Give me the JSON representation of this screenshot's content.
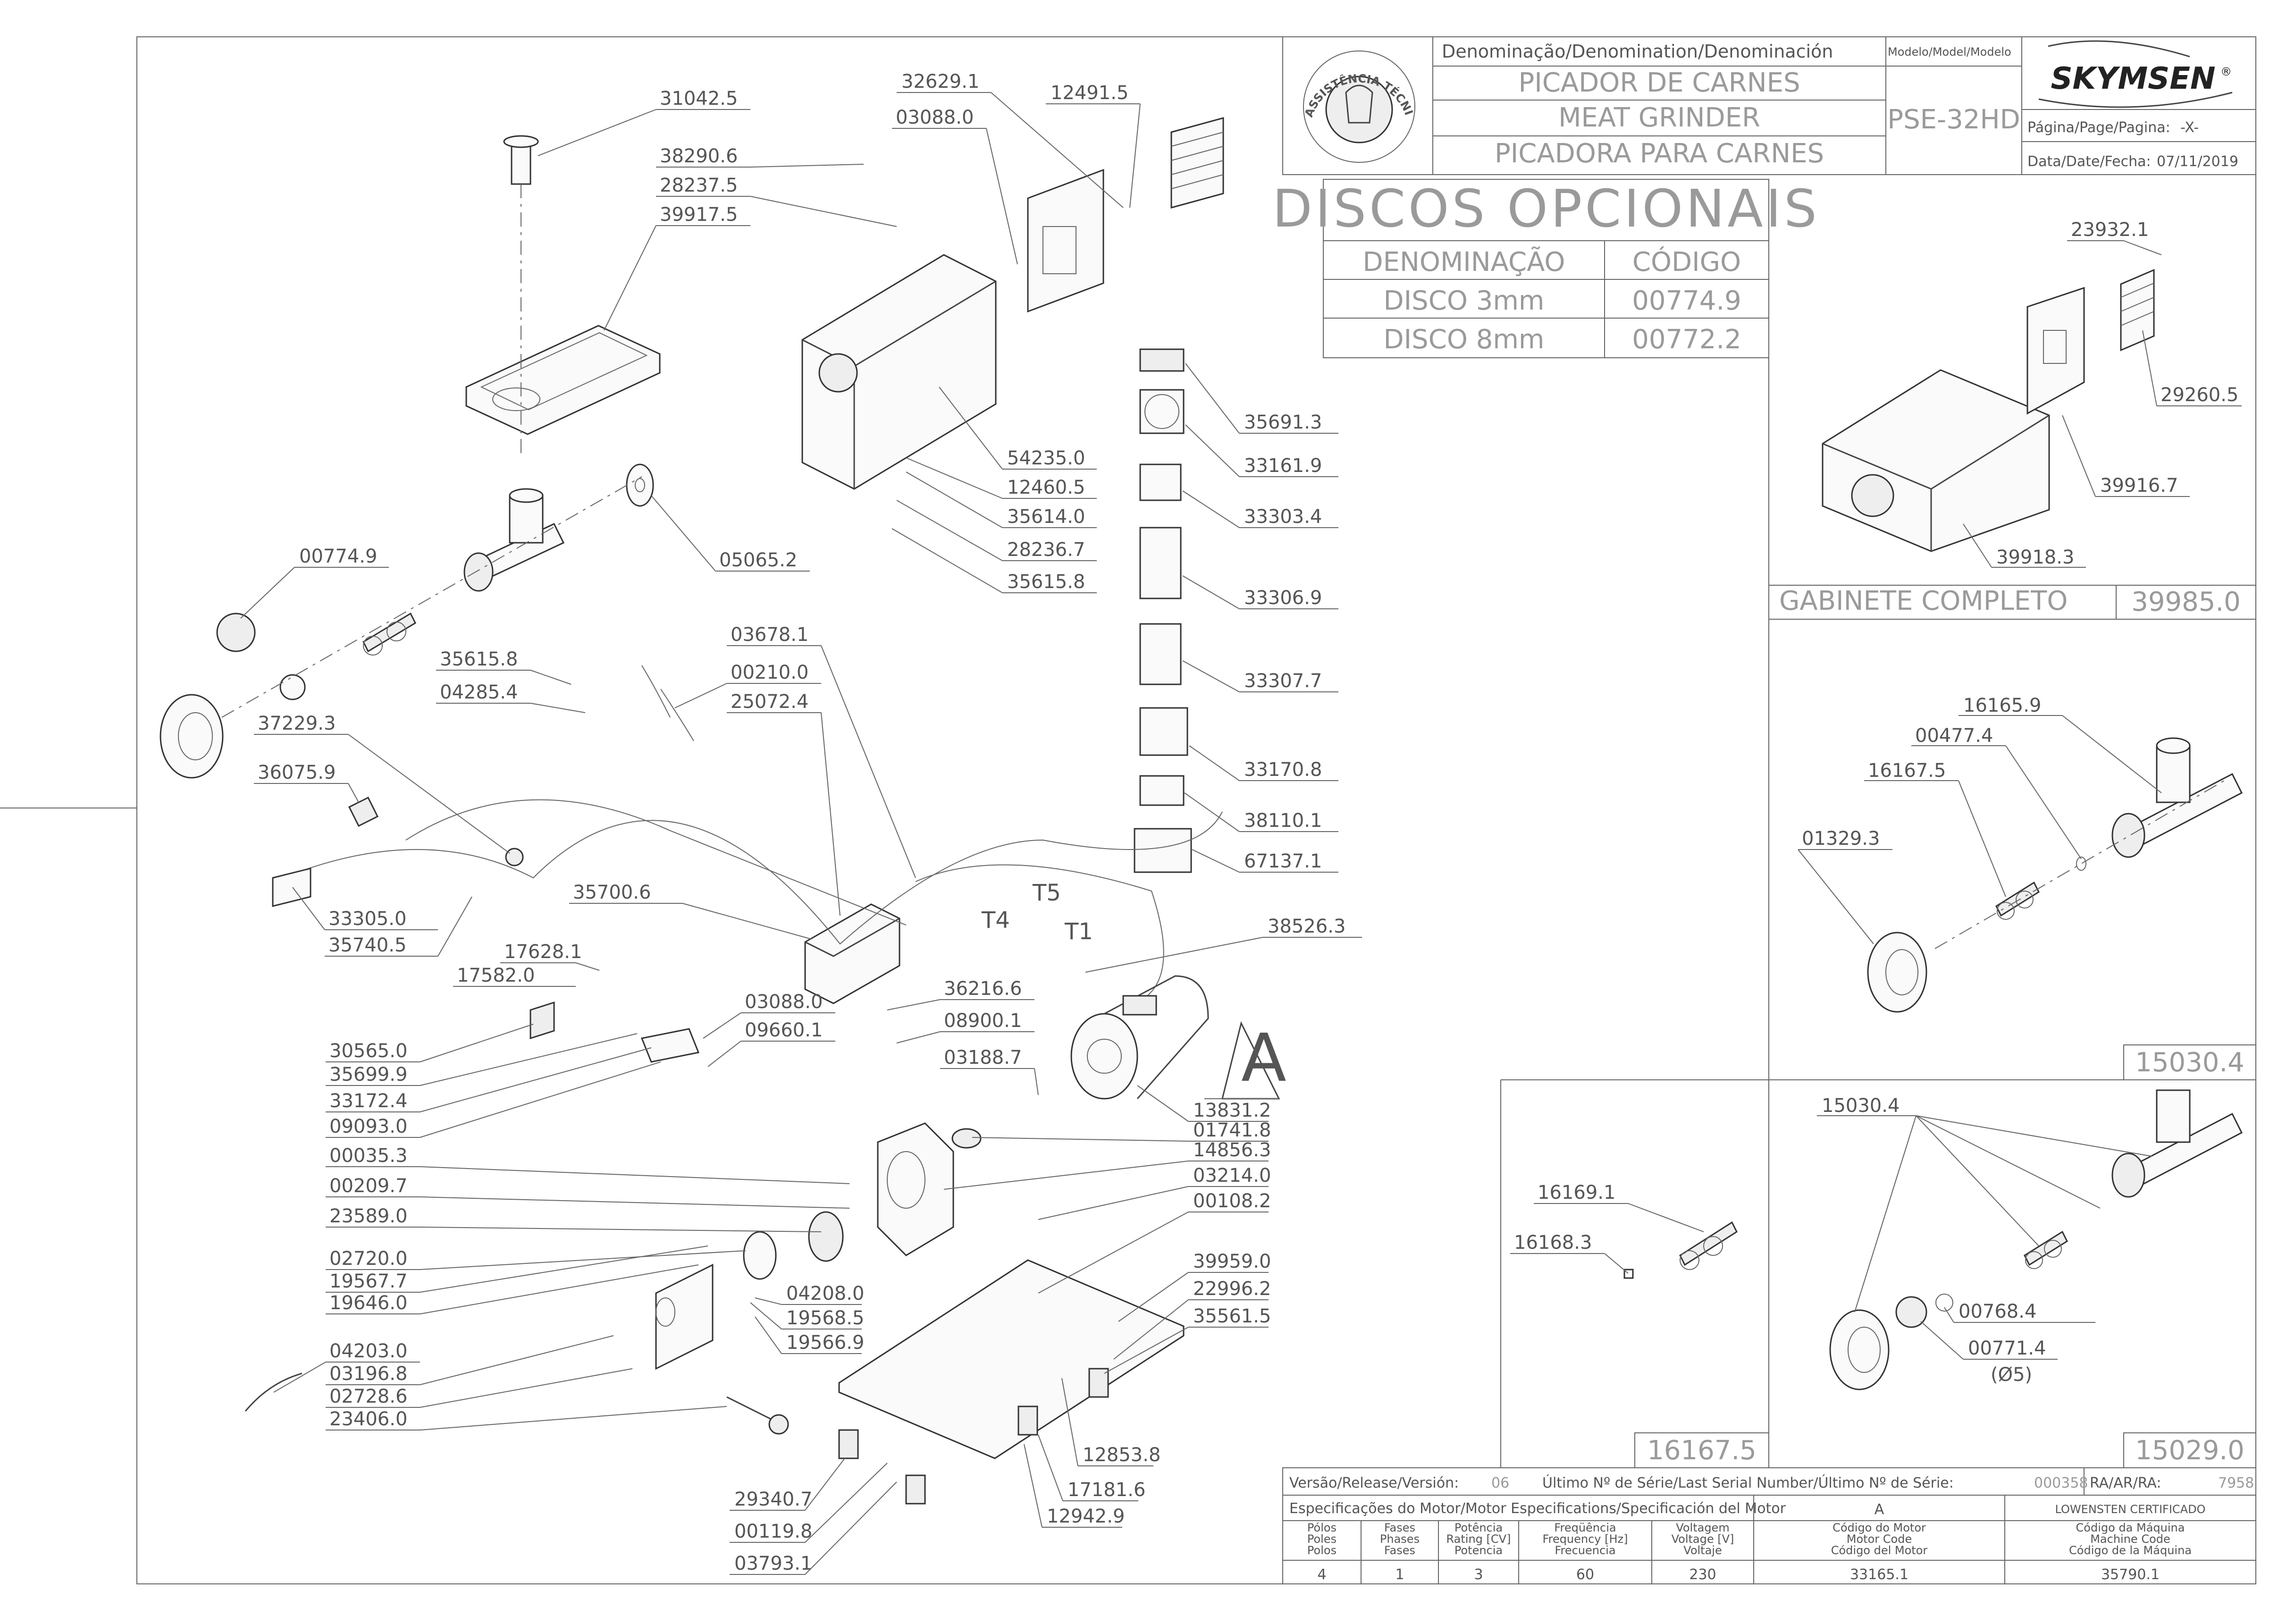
{
  "title_block": {
    "denomination_header": "Denominação/Denomination/Denominación",
    "model_header": "Modelo/Model/Modelo",
    "name_pt": "PICADOR DE CARNES",
    "name_en": "MEAT GRINDER",
    "name_es": "PICADORA PARA CARNES",
    "model": "PSE-32HD",
    "brand": "SKYMSEN",
    "brand_mark": "®",
    "seal_text": "ASSISTÊNCIA TÉCNICA AUTORIZADA",
    "page_label": "Página/Page/Pagina:",
    "page_value": "-X-",
    "date_label": "Data/Date/Fecha:",
    "date_value": "07/11/2019"
  },
  "optional_discs": {
    "title": "DISCOS OPCIONAIS",
    "col_name": "DENOMINAÇÃO",
    "col_code": "CÓDIGO",
    "rows": [
      {
        "name": "DISCO 3mm",
        "code": "00774.9"
      },
      {
        "name": "DISCO 8mm",
        "code": "00772.2"
      }
    ]
  },
  "complete_cabinet": {
    "label": "GABINETE COMPLETO",
    "code": "39985.0",
    "parts": [
      "23932.1",
      "29260.5",
      "39916.7",
      "39918.3"
    ]
  },
  "kit_15030": {
    "code": "15030.4",
    "parts": [
      "16165.9",
      "00477.4",
      "16167.5",
      "01329.3"
    ]
  },
  "kit_16167": {
    "code": "16167.5",
    "parts": [
      "16169.1",
      "16168.3"
    ]
  },
  "kit_15029": {
    "code": "15029.0",
    "parts": [
      "15030.4",
      "00768.4",
      "00771.4",
      "(Ø5)"
    ]
  },
  "wire_labels": [
    "T5",
    "T4",
    "T1"
  ],
  "motor_marker": "A",
  "main_parts": {
    "upper": [
      "31042.5",
      "38290.6",
      "28237.5",
      "39917.5",
      "32629.1",
      "03088.0",
      "12491.5",
      "54235.0",
      "12460.5",
      "35614.0",
      "28236.7",
      "35615.8",
      "05065.2",
      "00774.9"
    ],
    "decals": [
      "35691.3",
      "33161.9",
      "33303.4",
      "33306.9",
      "33307.7",
      "33170.8",
      "38110.1",
      "67137.1"
    ],
    "electrical": [
      "35615.8",
      "04285.4",
      "03678.1",
      "00210.0",
      "25072.4",
      "37229.3",
      "36075.9",
      "33305.0",
      "35740.5",
      "35700.6",
      "17628.1",
      "17582.0",
      "38526.3",
      "36216.6",
      "03088.0",
      "08900.1",
      "09660.1",
      "03188.7",
      "30565.0",
      "35699.9",
      "33172.4",
      "09093.0"
    ],
    "lower_left": [
      "00035.3",
      "00209.7",
      "23589.0",
      "02720.0",
      "19567.7",
      "19646.0",
      "04208.0",
      "19568.5",
      "19566.9",
      "04203.0",
      "03196.8",
      "02728.6",
      "23406.0"
    ],
    "lower_right": [
      "13831.2",
      "01741.8",
      "14856.3",
      "03214.0",
      "00108.2",
      "39959.0",
      "22996.2",
      "35561.5",
      "12853.8",
      "17181.6",
      "12942.9",
      "29340.7",
      "00119.8",
      "03793.1"
    ]
  },
  "footer": {
    "version_label": "Versão/Release/Versión:",
    "version_value": "06",
    "serial_label": "Último Nº de Série/Last Serial Number/Último Nº de Série:",
    "serial_value": "000358",
    "ra_label": "RA/AR/RA:",
    "ra_value": "7958",
    "motor_spec_label": "Especificações do Motor/Motor Especifications/Specificación del Motor",
    "motor_marker": "A",
    "certificate": "LOWENSTEN CERTIFICADO",
    "columns": [
      {
        "header": [
          "Pólos",
          "Poles",
          "Polos"
        ],
        "value": "4"
      },
      {
        "header": [
          "Fases",
          "Phases",
          "Fases"
        ],
        "value": "1"
      },
      {
        "header": [
          "Potência",
          "Rating [CV]",
          "Potencia"
        ],
        "value": "3"
      },
      {
        "header": [
          "Freqüência",
          "Frequency [Hz]",
          "Frecuencia"
        ],
        "value": "60"
      },
      {
        "header": [
          "Voltagem",
          "Voltage [V]",
          "Voltaje"
        ],
        "value": "230"
      },
      {
        "header": [
          "Código do Motor",
          "Motor Code",
          "Código del Motor"
        ],
        "value": "33165.1"
      },
      {
        "header": [
          "Código da Máquina",
          "Machine Code",
          "Código de la Máquina"
        ],
        "value": "35790.1"
      }
    ]
  }
}
